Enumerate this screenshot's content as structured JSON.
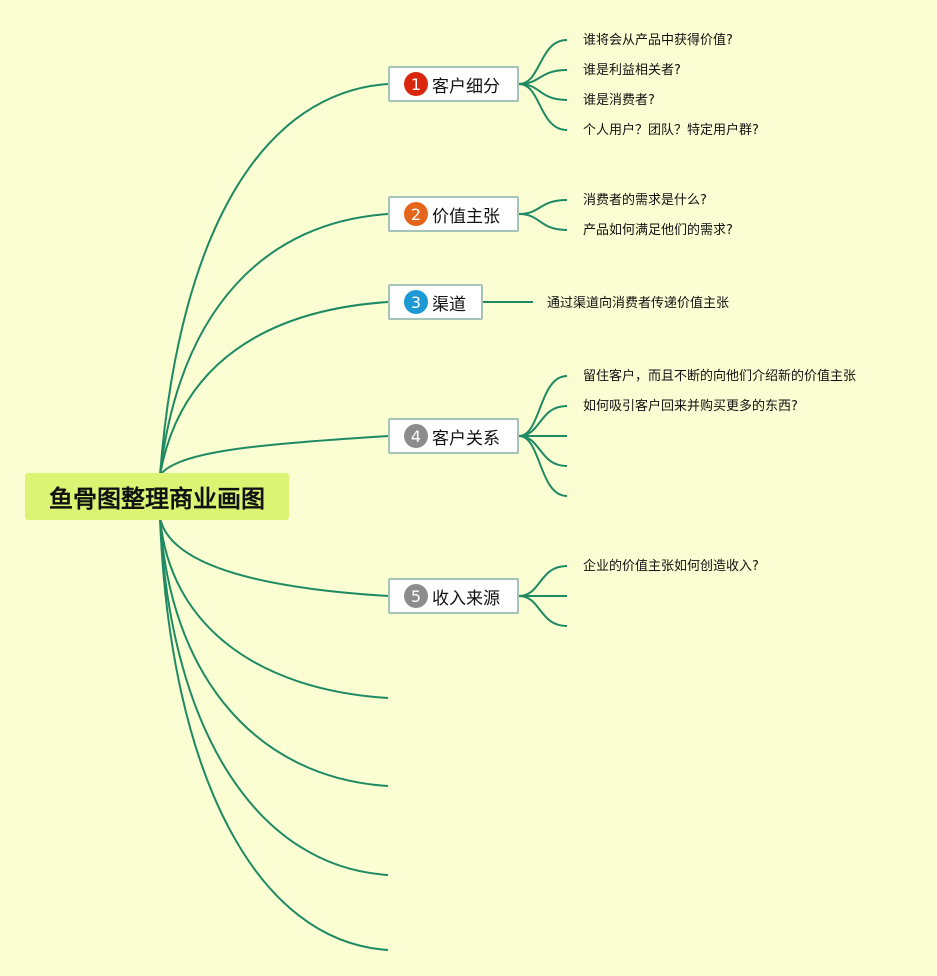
{
  "root": {
    "label": "鱼骨图整理商业画图"
  },
  "line_color": "#1e8a63",
  "topics": [
    {
      "number": "1",
      "label": "客户细分",
      "marker_color": "#d9270e",
      "items": [
        "谁将会从产品中获得价值?",
        "谁是利益相关者?",
        "谁是消费者?",
        "个人用户？团队？特定用户群?"
      ]
    },
    {
      "number": "2",
      "label": "价值主张",
      "marker_color": "#e5661a",
      "items": [
        "消费者的需求是什么?",
        "产品如何满足他们的需求?"
      ]
    },
    {
      "number": "3",
      "label": "渠道",
      "marker_color": "#1d9ad6",
      "items": [
        "通过渠道向消费者传递价值主张"
      ]
    },
    {
      "number": "4",
      "label": "客户关系",
      "marker_color": "#8c8c8c",
      "items": [
        "留住客户，而且不断的向他们介绍新的价值主张",
        "如何吸引客户回来并购买更多的东西?",
        "",
        "",
        ""
      ]
    },
    {
      "number": "5",
      "label": "收入来源",
      "marker_color": "#8c8c8c",
      "items": [
        "企业的价值主张如何创造收入?",
        "",
        ""
      ]
    }
  ]
}
